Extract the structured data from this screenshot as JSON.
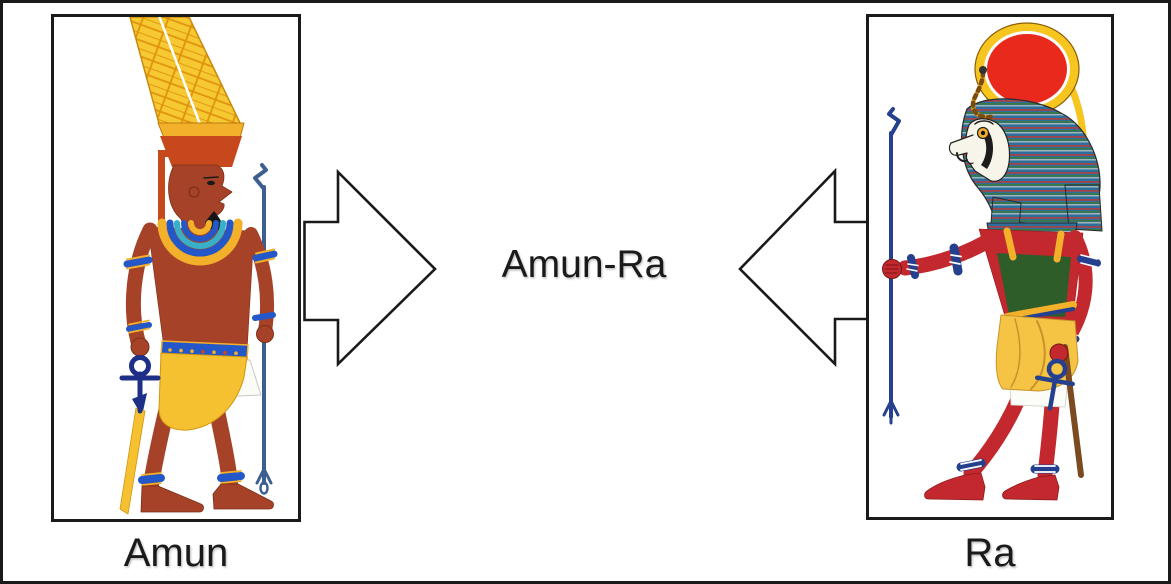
{
  "diagram": {
    "center_label": "Amun-Ra",
    "left": {
      "label": "Amun",
      "illustration": "amun-egyptian-god-figure"
    },
    "right": {
      "label": "Ra",
      "illustration": "ra-falcon-headed-sun-god-figure"
    },
    "arrows": [
      {
        "direction": "right",
        "from": "Amun",
        "to": "Amun-Ra"
      },
      {
        "direction": "left",
        "from": "Ra",
        "to": "Amun-Ra"
      }
    ]
  },
  "colors": {
    "ink": "#1a1a1a",
    "gold": "#F5C131",
    "sun_red": "#E8291C",
    "ra_red": "#C2282E",
    "amun_skin": "#A64227",
    "navy": "#24408E",
    "staff_blue": "#3D5F90",
    "green": "#2F5D2A"
  }
}
